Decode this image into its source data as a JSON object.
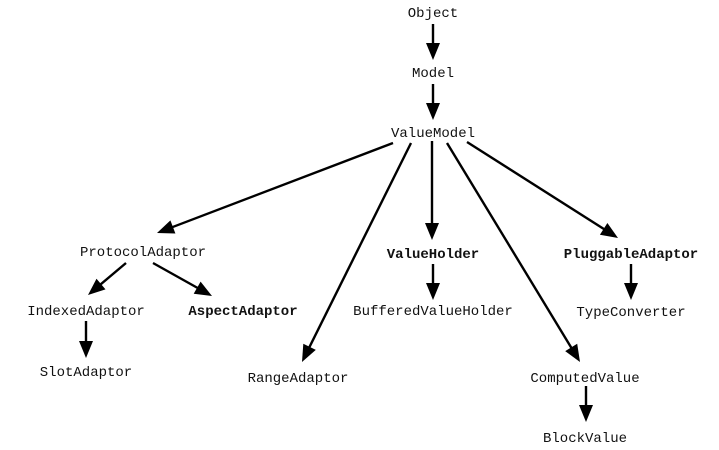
{
  "diagram": {
    "type": "class-hierarchy",
    "nodes": [
      {
        "id": "Object",
        "label": "Object",
        "bold": false
      },
      {
        "id": "Model",
        "label": "Model",
        "bold": false
      },
      {
        "id": "ValueModel",
        "label": "ValueModel",
        "bold": false
      },
      {
        "id": "ProtocolAdaptor",
        "label": "ProtocolAdaptor",
        "bold": false
      },
      {
        "id": "ValueHolder",
        "label": "ValueHolder",
        "bold": true
      },
      {
        "id": "PluggableAdaptor",
        "label": "PluggableAdaptor",
        "bold": true
      },
      {
        "id": "IndexedAdaptor",
        "label": "IndexedAdaptor",
        "bold": false
      },
      {
        "id": "AspectAdaptor",
        "label": "AspectAdaptor",
        "bold": true
      },
      {
        "id": "BufferedValueHolder",
        "label": "BufferedValueHolder",
        "bold": false
      },
      {
        "id": "TypeConverter",
        "label": "TypeConverter",
        "bold": false
      },
      {
        "id": "SlotAdaptor",
        "label": "SlotAdaptor",
        "bold": false
      },
      {
        "id": "RangeAdaptor",
        "label": "RangeAdaptor",
        "bold": false
      },
      {
        "id": "ComputedValue",
        "label": "ComputedValue",
        "bold": false
      },
      {
        "id": "BlockValue",
        "label": "BlockValue",
        "bold": false
      }
    ],
    "edges": [
      {
        "from": "Object",
        "to": "Model"
      },
      {
        "from": "Model",
        "to": "ValueModel"
      },
      {
        "from": "ValueModel",
        "to": "ProtocolAdaptor"
      },
      {
        "from": "ValueModel",
        "to": "RangeAdaptor"
      },
      {
        "from": "ValueModel",
        "to": "ValueHolder"
      },
      {
        "from": "ValueModel",
        "to": "ComputedValue"
      },
      {
        "from": "ValueModel",
        "to": "PluggableAdaptor"
      },
      {
        "from": "ProtocolAdaptor",
        "to": "IndexedAdaptor"
      },
      {
        "from": "ProtocolAdaptor",
        "to": "AspectAdaptor"
      },
      {
        "from": "IndexedAdaptor",
        "to": "SlotAdaptor"
      },
      {
        "from": "ValueHolder",
        "to": "BufferedValueHolder"
      },
      {
        "from": "PluggableAdaptor",
        "to": "TypeConverter"
      },
      {
        "from": "ComputedValue",
        "to": "BlockValue"
      }
    ]
  }
}
